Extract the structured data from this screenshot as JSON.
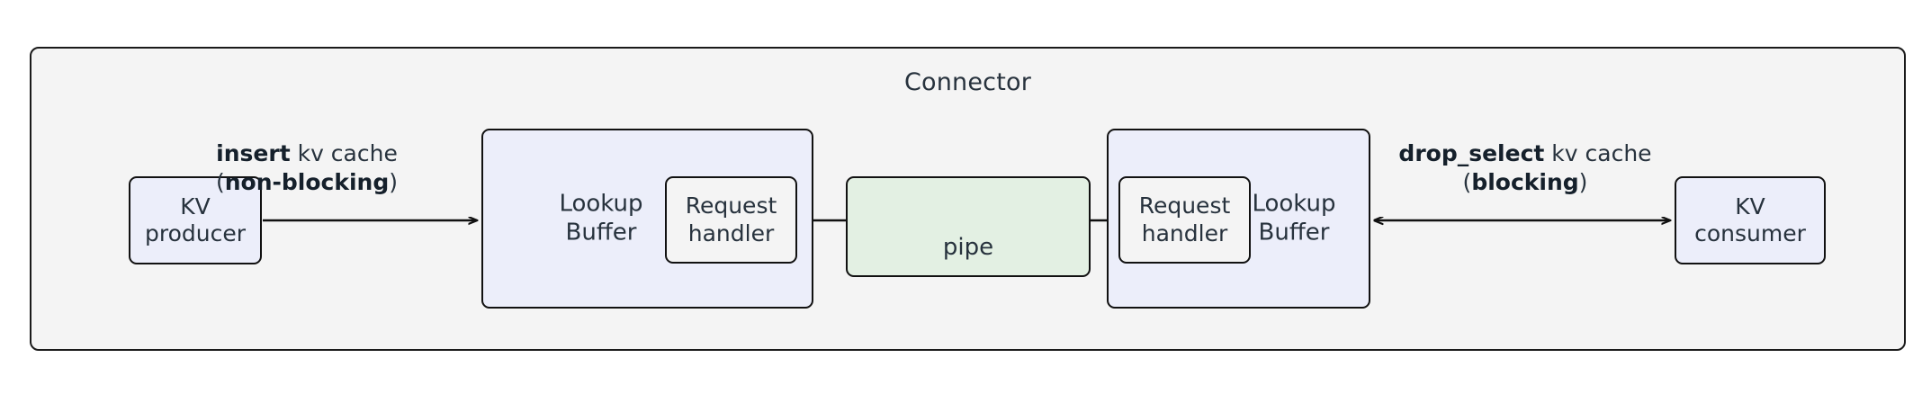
{
  "diagram": {
    "title": "Connector",
    "type": "architecture-block-diagram",
    "colors": {
      "container_fill": "#f4f4f4",
      "node_fill_blue": "#eceefa",
      "node_fill_green": "#e3f0e3",
      "stroke": "#111111",
      "text": "#27323d"
    }
  },
  "nodes": {
    "kv_producer": "KV\nproducer",
    "kv_consumer": "KV\nconsumer",
    "lookup_buffer_left": "Lookup\nBuffer",
    "request_handler_left": "Request\nhandler",
    "lookup_buffer_right": "Lookup\nBuffer",
    "request_handler_right": "Request\nhandler",
    "pipe": "pipe"
  },
  "edges": {
    "insert": {
      "line1_bold": "insert",
      "line1_rest": " kv cache",
      "line2_open": "(",
      "line2_bold": "non-blocking",
      "line2_close": ")",
      "direction": "right"
    },
    "drop_select": {
      "line1_bold": "drop_select",
      "line1_rest": " kv cache",
      "line2_open": "(",
      "line2_bold": "blocking",
      "line2_close": ")",
      "direction": "bidirectional"
    },
    "pipe_left_flow": {
      "direction": "left"
    },
    "pipe_right_flow": {
      "direction": "right"
    }
  }
}
